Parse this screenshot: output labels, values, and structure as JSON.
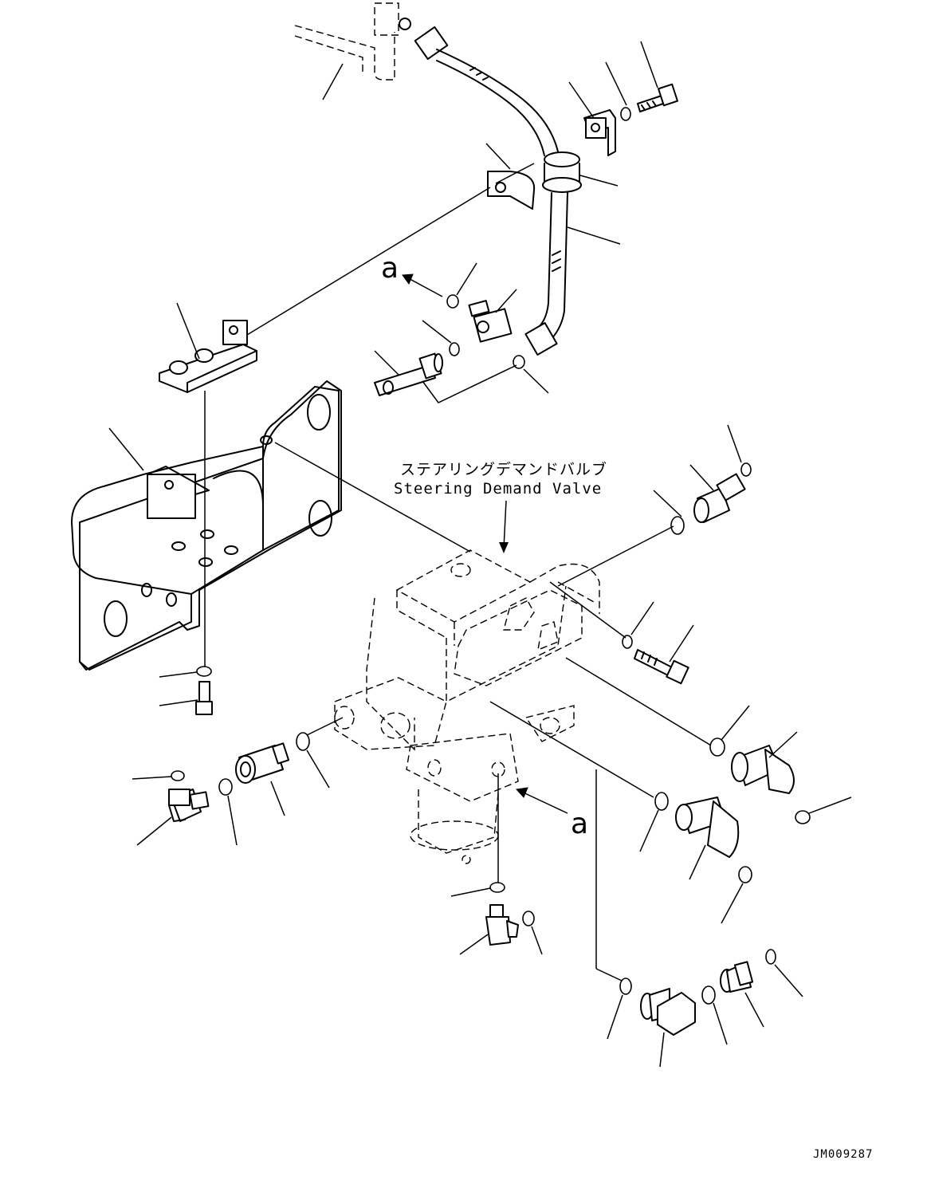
{
  "valve_caption": {
    "japanese": "ステアリングデマンドバルブ",
    "english": "Steering Demand Valve"
  },
  "view_marker_top": "a",
  "view_marker_bottom": "a",
  "drawing_code": "JM009287"
}
